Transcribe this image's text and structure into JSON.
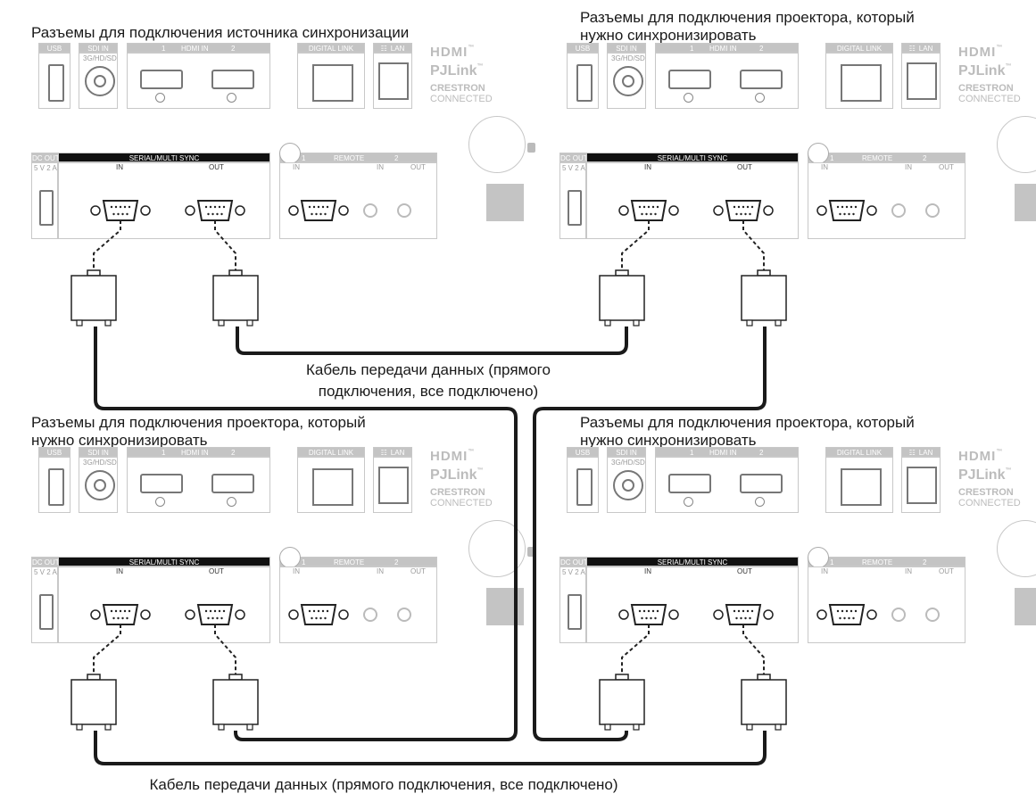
{
  "titles": {
    "source": "Разъемы для подключения источника синхронизации",
    "target_tr": "Разъемы для подключения проектора, который\nнужно синхронизировать",
    "target_bl": "Разъемы для подключения проектора, который\nнужно синхронизировать",
    "target_br": "Разъемы для подключения проектора, который\nнужно синхронизировать"
  },
  "cable_labels": {
    "middle": "Кабель передачи данных (прямого\nподключения, все подключено)",
    "bottom": "Кабель передачи данных (прямого подключения, все подключено)"
  },
  "panel": {
    "usb": "USB",
    "sdi_in": "SDI IN",
    "sdi_sub": "3G/HD/SD",
    "hdmi_1": "1",
    "hdmi_in": "HDMI IN",
    "hdmi_2": "2",
    "digital_link": "DIGITAL LINK",
    "lan": "LAN",
    "dc_out": "DC OUT",
    "dc_rating": "5 V  2 A",
    "serial_multi_sync": "SERIAL/MULTI SYNC",
    "serial_in": "IN",
    "serial_out": "OUT",
    "remote_1": "1",
    "remote": "REMOTE",
    "remote_2": "2",
    "remote_in1": "IN",
    "remote_in2": "IN",
    "remote_out": "OUT",
    "logo_hdmi": "HDMI",
    "logo_tm": "™",
    "logo_pjlink": "PJLink",
    "logo_crestron": "CRESTRON",
    "logo_connected": "CONNECTED"
  },
  "colors": {
    "cable": "#1a1a1a",
    "panel_gray": "#c4c4c4",
    "panel_black": "#111111"
  }
}
